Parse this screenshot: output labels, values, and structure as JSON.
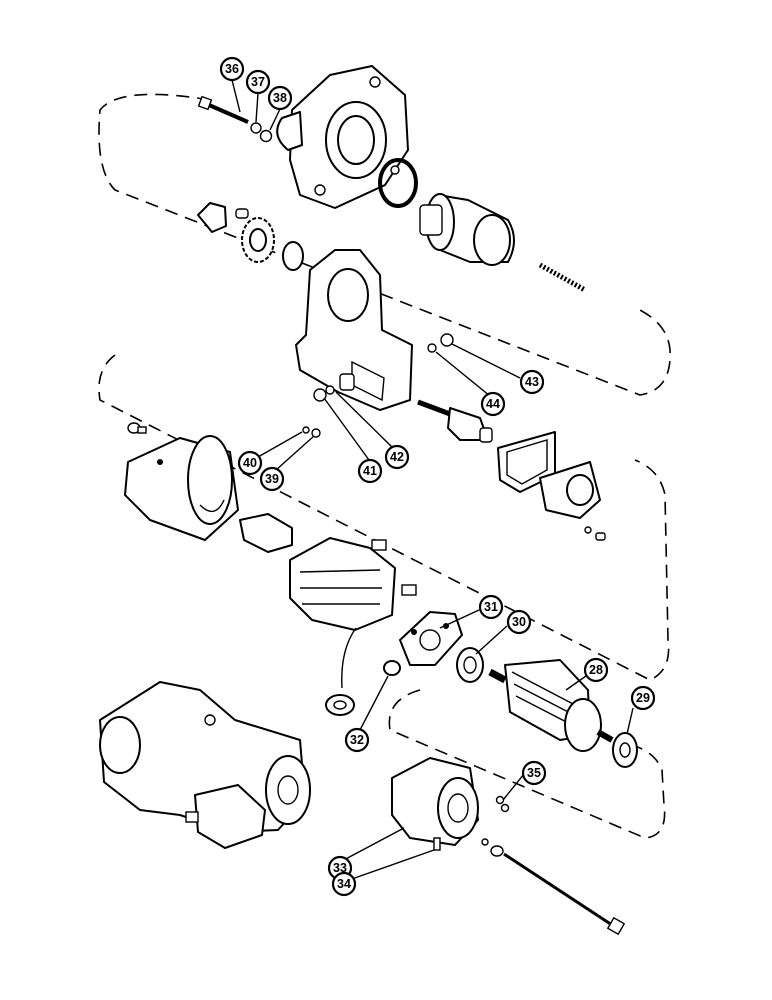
{
  "callouts": [
    {
      "id": "c36",
      "label": "36"
    },
    {
      "id": "c37",
      "label": "37"
    },
    {
      "id": "c38",
      "label": "38"
    },
    {
      "id": "c43",
      "label": "43"
    },
    {
      "id": "c44",
      "label": "44"
    },
    {
      "id": "c42",
      "label": "42"
    },
    {
      "id": "c41",
      "label": "41"
    },
    {
      "id": "c40",
      "label": "40"
    },
    {
      "id": "c39",
      "label": "39"
    },
    {
      "id": "c31",
      "label": "31"
    },
    {
      "id": "c30",
      "label": "30"
    },
    {
      "id": "c28",
      "label": "28"
    },
    {
      "id": "c29",
      "label": "29"
    },
    {
      "id": "c32",
      "label": "32"
    },
    {
      "id": "c35",
      "label": "35"
    },
    {
      "id": "c33",
      "label": "33"
    },
    {
      "id": "c34",
      "label": "34"
    }
  ]
}
